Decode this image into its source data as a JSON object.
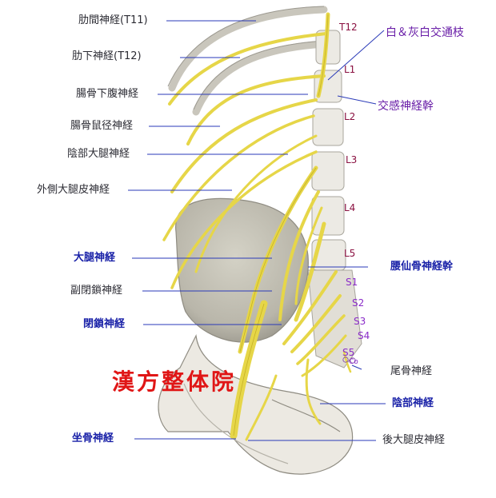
{
  "left_labels": [
    {
      "id": "intercostal-t11",
      "text": "肋間神経(T11)",
      "bold": false
    },
    {
      "id": "subcostal-t12",
      "text": "肋下神経(T12)",
      "bold": false
    },
    {
      "id": "iliohypogastric",
      "text": "腸骨下腹神経",
      "bold": false
    },
    {
      "id": "ilioinguinal",
      "text": "腸骨鼠径神経",
      "bold": false
    },
    {
      "id": "genitofemoral",
      "text": "陰部大腿神経",
      "bold": false
    },
    {
      "id": "lateral-femoral-cutaneous",
      "text": "外側大腿皮神経",
      "bold": false
    },
    {
      "id": "femoral",
      "text": "大腿神経",
      "bold": true
    },
    {
      "id": "accessory-obturator",
      "text": "副閉鎖神経",
      "bold": false
    },
    {
      "id": "obturator",
      "text": "閉鎖神経",
      "bold": true
    },
    {
      "id": "sciatic",
      "text": "坐骨神経",
      "bold": true
    }
  ],
  "right_labels": [
    {
      "id": "rami-communicantes",
      "text": "白＆灰白交通枝"
    },
    {
      "id": "sympathetic-trunk",
      "text": "交感神経幹"
    },
    {
      "id": "lumbosacral-trunk",
      "text": "腰仙骨神経幹"
    },
    {
      "id": "coccygeal",
      "text": "尾骨神経"
    },
    {
      "id": "pudendal",
      "text": "陰部神経"
    },
    {
      "id": "posterior-femoral-cutaneous",
      "text": "後大腿皮神経"
    }
  ],
  "vertebrae": [
    "T12",
    "L1",
    "L2",
    "L3",
    "L4",
    "L5"
  ],
  "sacral": [
    "S1",
    "S2",
    "S3",
    "S4",
    "S5",
    "Co"
  ],
  "watermark": "漢方整体院",
  "colors": {
    "nerve": "#e8d84a",
    "nerve_edge": "#b8a218",
    "leader": "#2a3ab8",
    "bone": "#e9e6e0",
    "bone_edge": "#9a9890",
    "lumbar": "#8a1040",
    "sacral": "#8a2cc8",
    "label_bold": "#1a22a8",
    "watermark": "#e01616"
  }
}
